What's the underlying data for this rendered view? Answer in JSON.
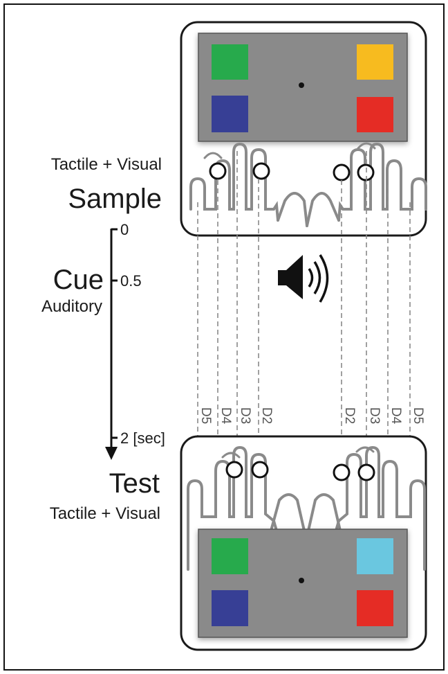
{
  "sample": {
    "modality": "Tactile + Visual",
    "label": "Sample",
    "squares": {
      "top_left": "#27aa4c",
      "top_right": "#f7bb1f",
      "bottom_left": "#373f95",
      "bottom_right": "#e52c25"
    }
  },
  "cue": {
    "label": "Cue",
    "modality": "Auditory"
  },
  "test": {
    "label": "Test",
    "modality": "Tactile + Visual",
    "squares": {
      "top_left": "#27aa4c",
      "top_right": "#6ac7e0",
      "bottom_left": "#373f95",
      "bottom_right": "#e52c25"
    }
  },
  "timeline": {
    "ticks": [
      "0",
      "0.5",
      "2 [sec]"
    ]
  },
  "digits": {
    "left": [
      "D5",
      "D4",
      "D3",
      "D2"
    ],
    "right": [
      "D2",
      "D3",
      "D4",
      "D5"
    ]
  },
  "icons": [
    "speaker-icon"
  ],
  "colors": {
    "screen_gray": "#8a8a8a",
    "panel_border": "#1a1a1a",
    "finger_gray": "#8a8a8a",
    "dash_gray": "#888888"
  }
}
